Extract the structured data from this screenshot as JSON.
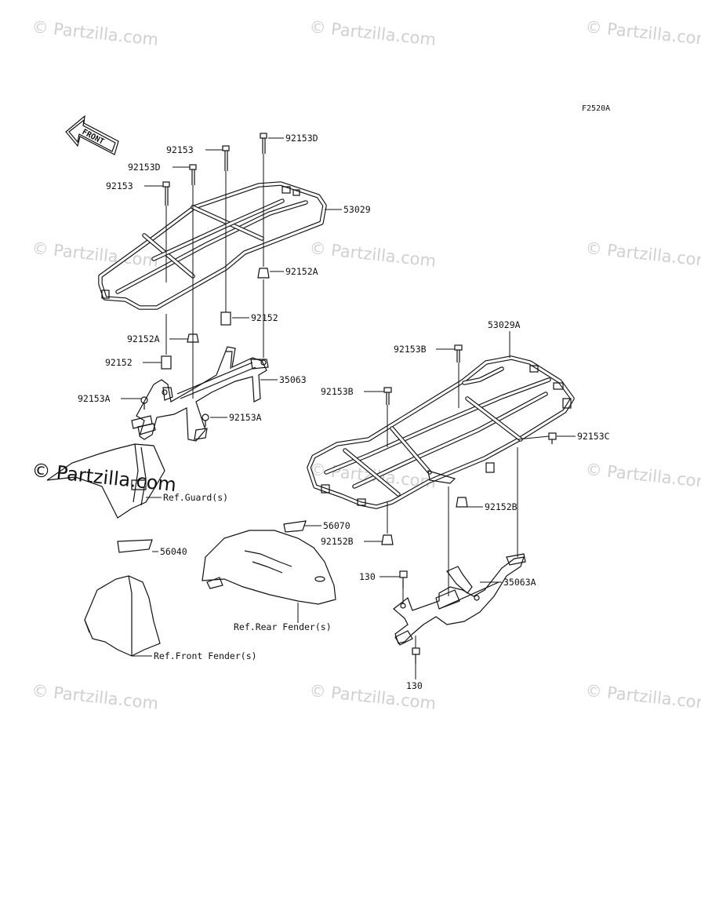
{
  "watermark": "© Partzilla.com",
  "figure_code": "F2520A",
  "front_label": "FRONT",
  "labels": {
    "p92153d_top": "92153D",
    "p92153_a": "92153",
    "p92153d_b": "92153D",
    "p92153_c": "92153",
    "p53029": "53029",
    "p92152a_top": "92152A",
    "p92152_mid": "92152",
    "p92152a_left": "92152A",
    "p92152_left": "92152",
    "p35063": "35063",
    "p92153a_left": "92153A",
    "p92153a_right": "92153A",
    "p53029a": "53029A",
    "p92153b_top": "92153B",
    "p92153b_mid": "92153B",
    "p92153c": "92153C",
    "p92152b_right": "92152B",
    "p56070": "56070",
    "p92152b_left": "92152B",
    "p56040": "56040",
    "p130_top": "130",
    "p35063a": "35063A",
    "p130_bottom": "130",
    "ref_guard": "Ref.Guard(s)",
    "ref_rear_fender": "Ref.Rear Fender(s)",
    "ref_front_fender": "Ref.Front Fender(s)"
  }
}
